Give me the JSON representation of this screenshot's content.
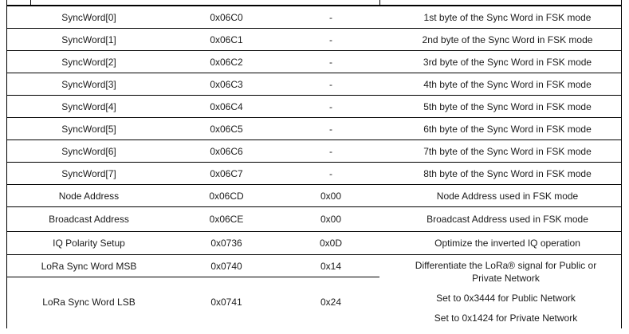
{
  "colors": {
    "border": "#000000",
    "text": "#1b1b1b",
    "background": "#ffffff"
  },
  "table": {
    "rows": [
      {
        "register": "SyncWord[0]",
        "address": "0x06C0",
        "value": "-",
        "description": "1st byte of the Sync Word in FSK mode"
      },
      {
        "register": "SyncWord[1]",
        "address": "0x06C1",
        "value": "-",
        "description": "2nd byte of the Sync Word in FSK mode"
      },
      {
        "register": "SyncWord[2]",
        "address": "0x06C2",
        "value": "-",
        "description": "3rd byte of the Sync Word in FSK mode"
      },
      {
        "register": "SyncWord[3]",
        "address": "0x06C3",
        "value": "-",
        "description": "4th byte of the Sync Word in FSK mode"
      },
      {
        "register": "SyncWord[4]",
        "address": "0x06C4",
        "value": "-",
        "description": "5th byte of the Sync Word in FSK mode"
      },
      {
        "register": "SyncWord[5]",
        "address": "0x06C5",
        "value": "-",
        "description": "6th byte of the Sync Word in FSK mode"
      },
      {
        "register": "SyncWord[6]",
        "address": "0x06C6",
        "value": "-",
        "description": "7th byte of the Sync Word in FSK mode"
      },
      {
        "register": "SyncWord[7]",
        "address": "0x06C7",
        "value": "-",
        "description": "8th byte of the Sync Word in FSK mode"
      },
      {
        "register": "Node Address",
        "address": "0x06CD",
        "value": "0x00",
        "description": "Node Address used in FSK mode"
      },
      {
        "register": "Broadcast Address",
        "address": "0x06CE",
        "value": "0x00",
        "description": "Broadcast Address used in FSK mode"
      },
      {
        "register": "IQ Polarity Setup",
        "address": "0x0736",
        "value": "0x0D",
        "description": "Optimize the inverted IQ operation"
      }
    ],
    "merged_rows": [
      {
        "register": "LoRa Sync Word MSB",
        "address": "0x0740",
        "value": "0x14"
      },
      {
        "register": "LoRa Sync Word LSB",
        "address": "0x0741",
        "value": "0x24"
      }
    ],
    "merged_description": {
      "line1": "Differentiate the LoRa® signal for Public or Private Network",
      "line2": "Set to 0x3444 for Public Network",
      "line3": "Set to 0x1424 for Private Network"
    }
  }
}
